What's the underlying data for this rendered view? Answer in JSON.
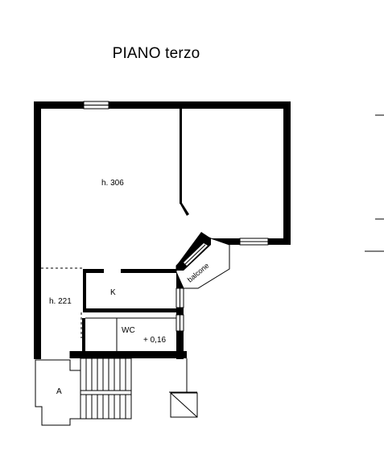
{
  "title": "PIANO terzo",
  "rooms": {
    "main_height": "h. 306",
    "side_height": "h. 221",
    "kitchen": "K",
    "wc": "WC",
    "wc_level": "+ 0,16",
    "entrance": "A",
    "balcony": "balcone"
  },
  "colors": {
    "wall": "#000000",
    "thin_line": "#000000",
    "background": "#ffffff"
  },
  "icons": [
    "window-symbol",
    "door-swing",
    "staircase",
    "elevator-shaft"
  ]
}
